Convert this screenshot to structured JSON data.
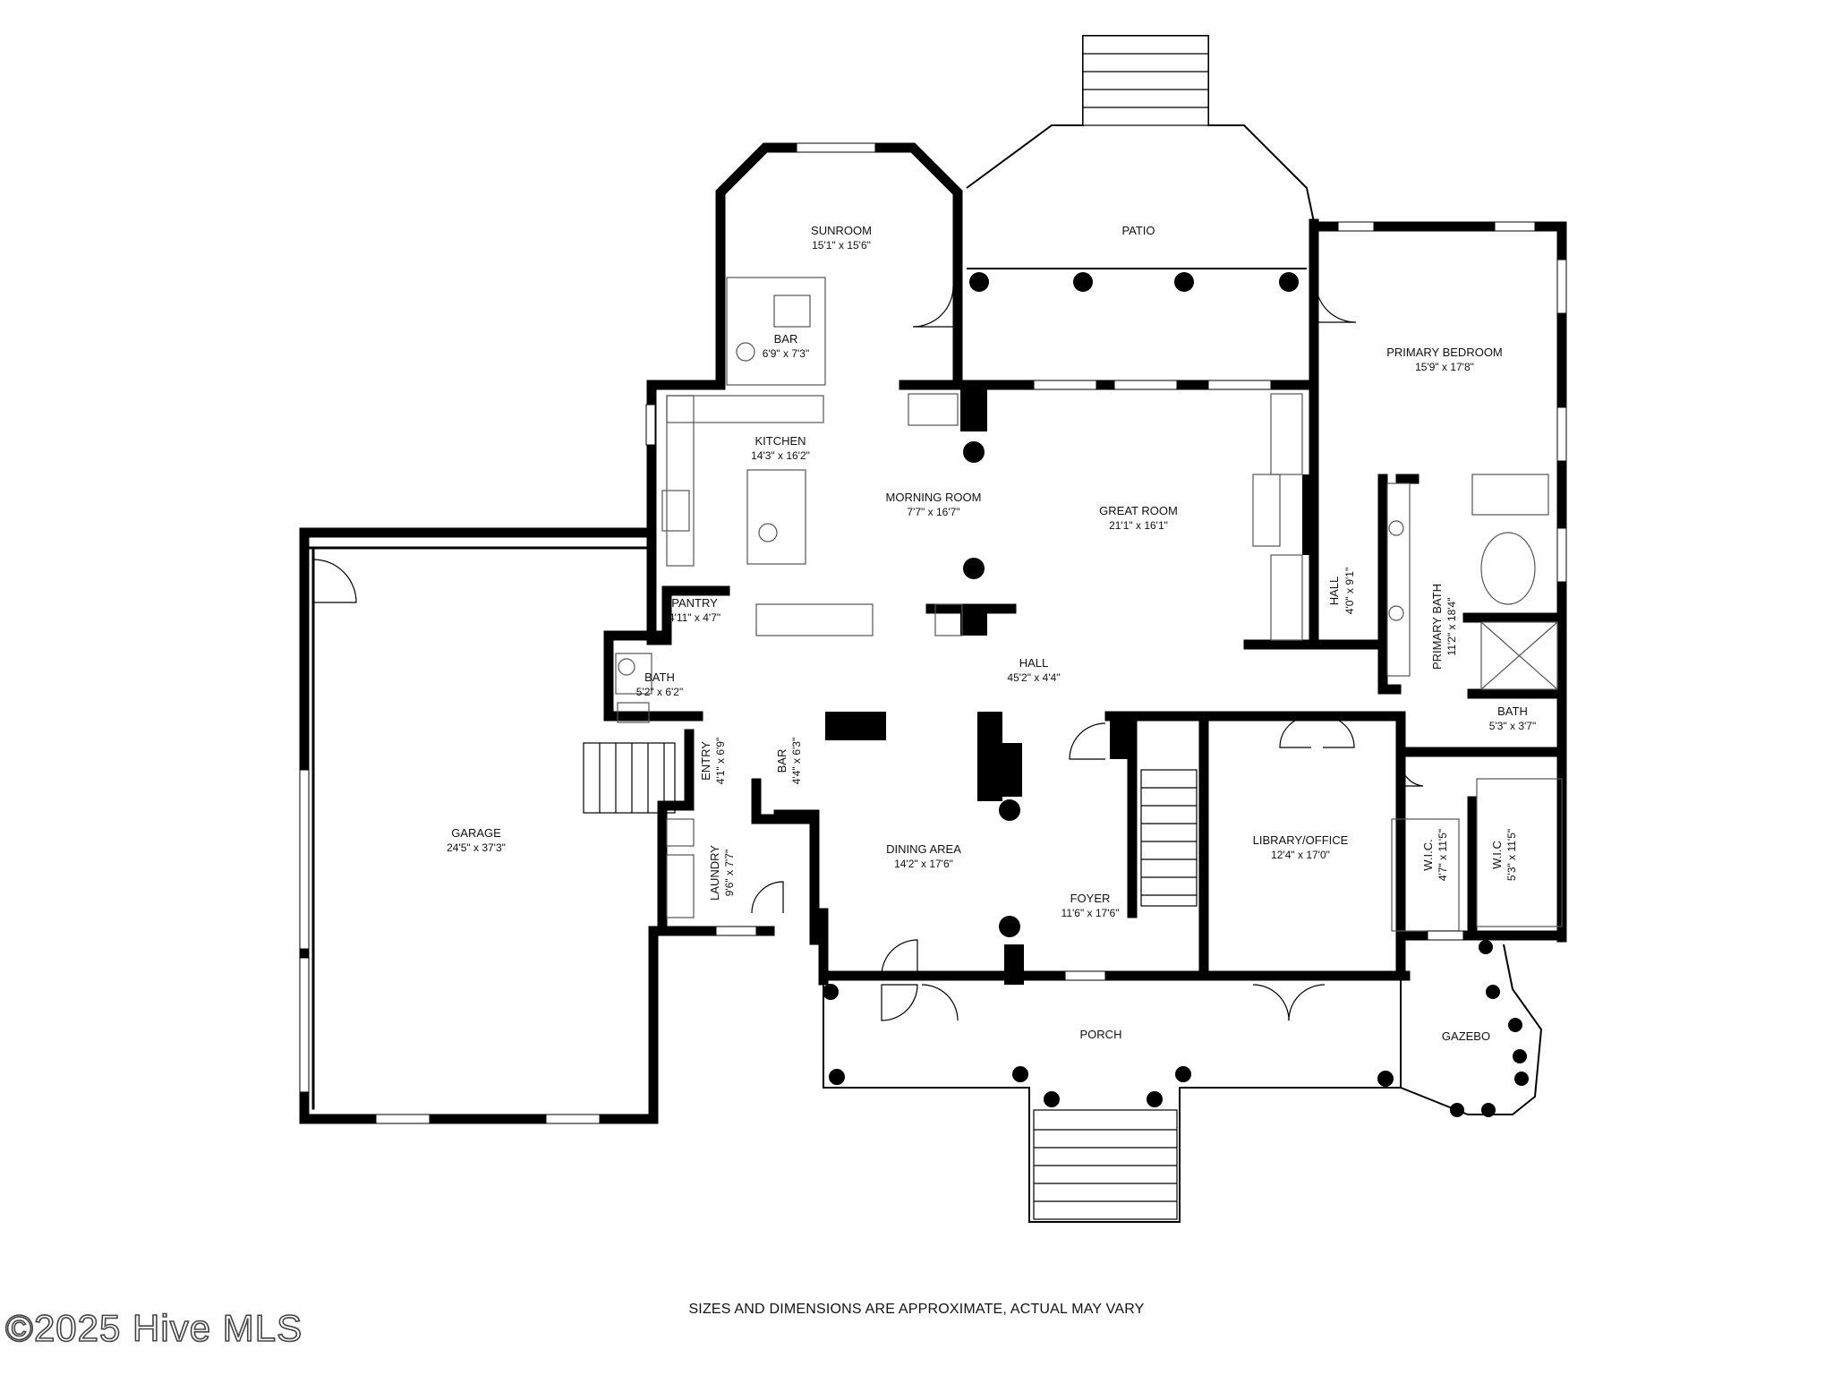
{
  "rooms": {
    "sunroom": {
      "name": "SUNROOM",
      "dim": "15'1\" x 15'6\""
    },
    "patio": {
      "name": "PATIO",
      "dim": ""
    },
    "bar1": {
      "name": "BAR",
      "dim": "6'9\" x 7'3\""
    },
    "kitchen": {
      "name": "KITCHEN",
      "dim": "14'3\" x 16'2\""
    },
    "morning": {
      "name": "MORNING ROOM",
      "dim": "7'7\" x 16'7\""
    },
    "great": {
      "name": "GREAT ROOM",
      "dim": "21'1\" x 16'1\""
    },
    "primarybed": {
      "name": "PRIMARY BEDROOM",
      "dim": "15'9\" x 17'8\""
    },
    "pantry": {
      "name": "PANTRY",
      "dim": "4'11\" x 4'7\""
    },
    "hall": {
      "name": "HALL",
      "dim": "45'2\" x 4'4\""
    },
    "hall2": {
      "name": "HALL",
      "dim": "4'0\" x 9'1\""
    },
    "primarybath": {
      "name": "PRIMARY BATH",
      "dim": "11'2\" x 18'4\""
    },
    "bath1": {
      "name": "BATH",
      "dim": "5'2\" x 6'2\""
    },
    "bath2": {
      "name": "BATH",
      "dim": "5'3\" x 3'7\""
    },
    "entry": {
      "name": "ENTRY",
      "dim": "4'1\" x 6'9\""
    },
    "bar2": {
      "name": "BAR",
      "dim": "4'4\" x 6'3\""
    },
    "garage": {
      "name": "GARAGE",
      "dim": "24'5\" x 37'3\""
    },
    "laundry": {
      "name": "LAUNDRY",
      "dim": "9'6\" x 7'7\""
    },
    "dining": {
      "name": "DINING AREA",
      "dim": "14'2\" x 17'6\""
    },
    "foyer": {
      "name": "FOYER",
      "dim": "11'6\" x 17'6\""
    },
    "library": {
      "name": "LIBRARY/OFFICE",
      "dim": "12'4\" x 17'0\""
    },
    "wic1": {
      "name": "W.I.C.",
      "dim": "4'7\" x 11'5\""
    },
    "wic2": {
      "name": "W.I.C",
      "dim": "5'3\" x 11'5\""
    },
    "porch": {
      "name": "PORCH",
      "dim": ""
    },
    "gazebo": {
      "name": "GAZEBO",
      "dim": ""
    }
  },
  "disclaimer": "SIZES AND DIMENSIONS ARE APPROXIMATE, ACTUAL MAY VARY",
  "watermark": "©2025 Hive MLS",
  "colors": {
    "wall": "#000000",
    "background": "#ffffff",
    "fixture": "#555555"
  }
}
